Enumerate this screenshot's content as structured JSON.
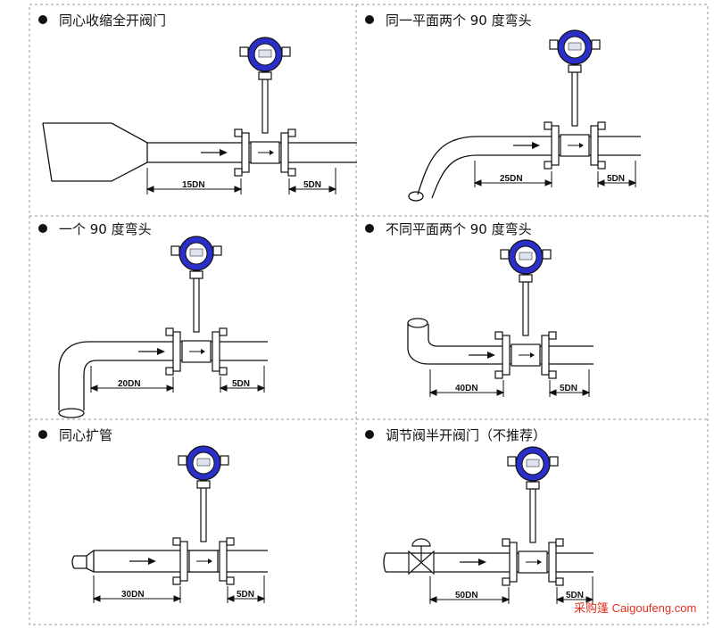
{
  "diagram": {
    "panels": [
      {
        "title": "同心收缩全开阀门",
        "upstream": "15DN",
        "downstream": "5DN",
        "fitting": "reducer"
      },
      {
        "title": "同一平面两个 90 度弯头",
        "upstream": "25DN",
        "downstream": "5DN",
        "fitting": "two-elbows-same-plane"
      },
      {
        "title": "一个 90 度弯头",
        "upstream": "20DN",
        "downstream": "5DN",
        "fitting": "single-elbow"
      },
      {
        "title": "不同平面两个 90 度弯头",
        "upstream": "40DN",
        "downstream": "5DN",
        "fitting": "two-elbows-different-plane"
      },
      {
        "title": "同心扩管",
        "upstream": "30DN",
        "downstream": "5DN",
        "fitting": "expander"
      },
      {
        "title": "调节阀半开阀门（不推荐）",
        "upstream": "50DN",
        "downstream": "5DN",
        "fitting": "half-open-valve"
      }
    ]
  },
  "watermark": "采购篷 Caigoufeng.com",
  "colors": {
    "meter_head": "#2a2fc8",
    "line": "#111111",
    "border": "#9a9a9a",
    "watermark": "#e0301e"
  }
}
